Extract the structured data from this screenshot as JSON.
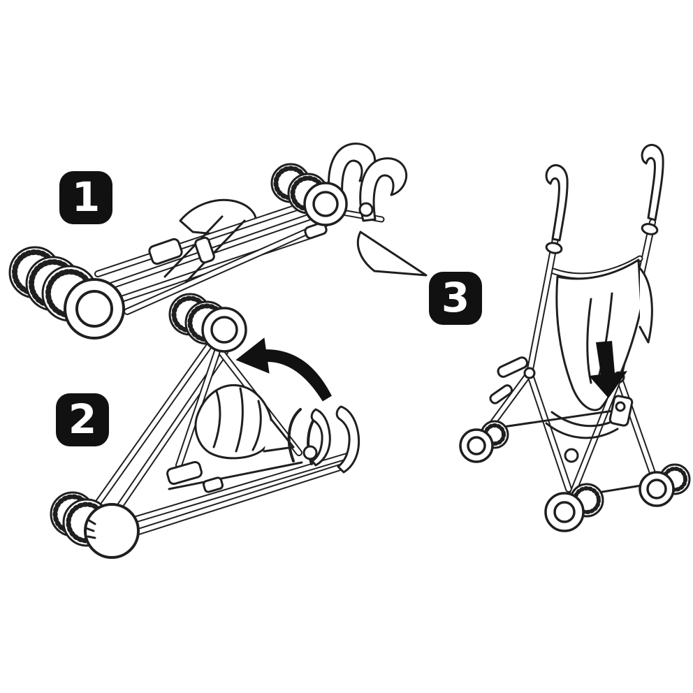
{
  "document": {
    "kind": "stroller-unfolding-instruction-diagram",
    "background_color": "#ffffff",
    "ink_color": "#1f1f1f"
  },
  "badge_style": {
    "background": "#111111",
    "text_color": "#ffffff"
  },
  "steps": [
    {
      "number": "1",
      "figure": "folded-stroller"
    },
    {
      "number": "2",
      "figure": "half-unfolded-stroller",
      "arrow_icon": "curved-arrow-up-left"
    },
    {
      "number": "3",
      "figure": "unfolded-stroller",
      "arrow_icon": "press-down-arrow"
    }
  ]
}
